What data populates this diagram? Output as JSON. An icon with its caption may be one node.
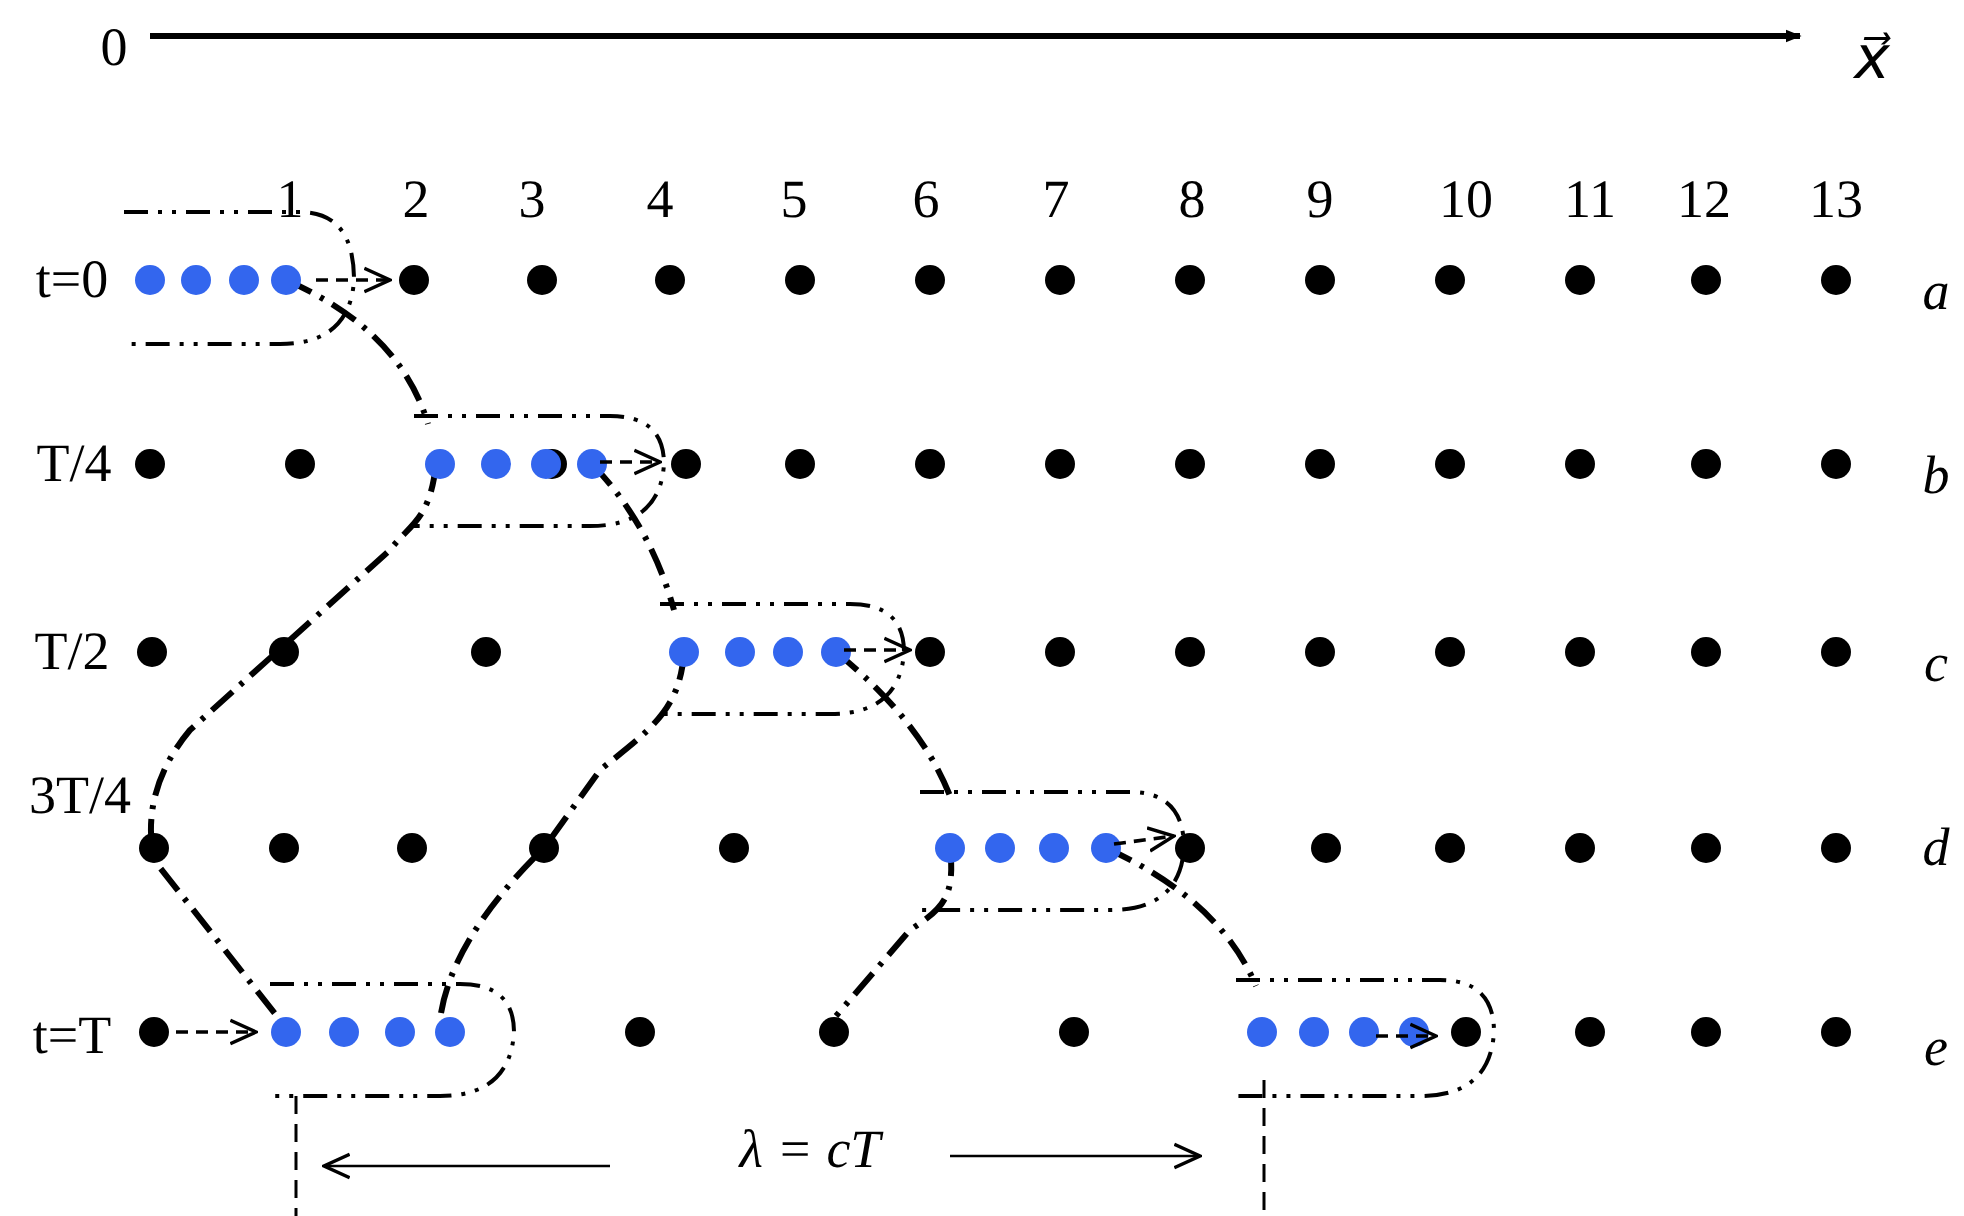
{
  "diagram": {
    "labels": [
      "0",
      "x⃗",
      "1",
      "2",
      "3",
      "4",
      "5",
      "6",
      "7",
      "8",
      "9",
      "10",
      "11",
      "12",
      "13",
      "t=0",
      "a",
      "T/4",
      "b",
      "T/2",
      "c",
      "3T/4",
      "d",
      "t=T",
      "e",
      "λ = cT"
    ]
  }
}
